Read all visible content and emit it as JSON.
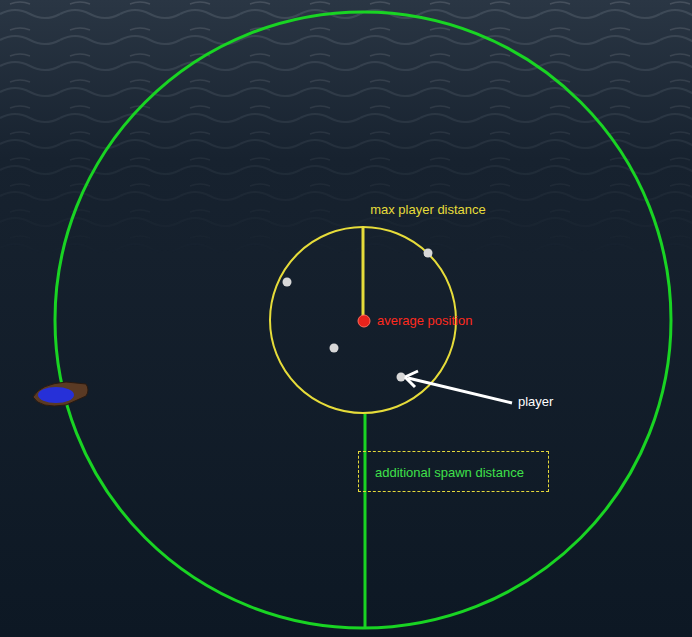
{
  "diagram": {
    "nodes": [
      {
        "text": [
          "additional spawn distance"
        ]
      }
    ],
    "labels": [
      "max player distance",
      "average position",
      "player"
    ]
  }
}
